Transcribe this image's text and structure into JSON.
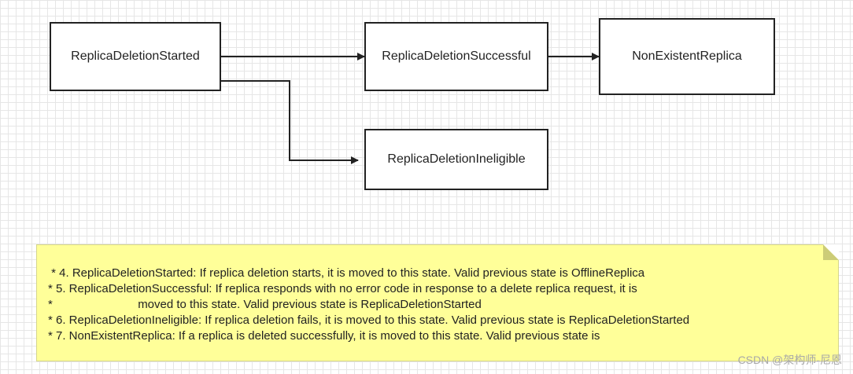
{
  "diagram": {
    "nodes": {
      "replica_deletion_started": "ReplicaDeletionStarted",
      "replica_deletion_successful": "ReplicaDeletionSuccessful",
      "non_existent_replica": "NonExistentReplica",
      "replica_deletion_ineligible": "ReplicaDeletionIneligible"
    },
    "edges": [
      {
        "from": "ReplicaDeletionStarted",
        "to": "ReplicaDeletionSuccessful"
      },
      {
        "from": "ReplicaDeletionSuccessful",
        "to": "NonExistentReplica"
      },
      {
        "from": "ReplicaDeletionStarted",
        "to": "ReplicaDeletionIneligible"
      }
    ],
    "colors": {
      "note_fill": "#ffff99",
      "stroke": "#222222"
    }
  },
  "note": {
    "lines": [
      " * 4. ReplicaDeletionStarted: If replica deletion starts, it is moved to this state. Valid previous state is OfflineReplica",
      "* 5. ReplicaDeletionSuccessful: If replica responds with no error code in response to a delete replica request, it is",
      "*                          moved to this state. Valid previous state is ReplicaDeletionStarted",
      "* 6. ReplicaDeletionIneligible: If replica deletion fails, it is moved to this state. Valid previous state is ReplicaDeletionStarted",
      "* 7. NonExistentReplica: If a replica is deleted successfully, it is moved to this state. Valid previous state is"
    ]
  },
  "watermark": "CSDN @架构师-尼恩"
}
